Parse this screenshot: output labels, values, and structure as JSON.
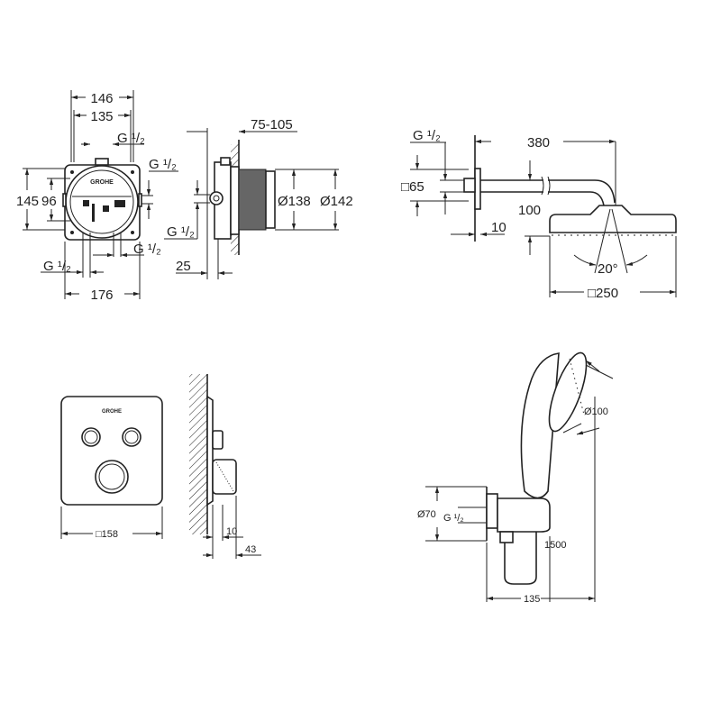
{
  "valve_box_front": {
    "width_outer": "146",
    "width_inner": "135",
    "thread_top": "G ¹/₂",
    "thread_right": "G ¹/₂",
    "height_outer": "145",
    "height_inner": "96",
    "thread_bottom_right": "G ¹/₂",
    "thread_bottom_left": "G ¹/₂",
    "width_base": "176",
    "logo": "GROHE"
  },
  "valve_box_side": {
    "wall_depth": "75-105",
    "diameter_inner": "Ø138",
    "diameter_outer": "Ø142",
    "thread": "G ¹/₂",
    "offset": "25"
  },
  "head_shower": {
    "thread": "G ¹/₂",
    "flange": "□65",
    "arm_length": "380",
    "drop": "100",
    "flange_depth": "10",
    "spray_angle": "20°",
    "head_size": "□250"
  },
  "trim_plate": {
    "logo": "GROHE",
    "plate_size": "□158",
    "depth_plate": "10",
    "depth_knob": "43"
  },
  "hand_shower": {
    "head_diameter": "Ø100",
    "outlet_diameter": "Ø70",
    "thread": "G ¹/₂",
    "hose_length": "1500",
    "projection": "135"
  }
}
